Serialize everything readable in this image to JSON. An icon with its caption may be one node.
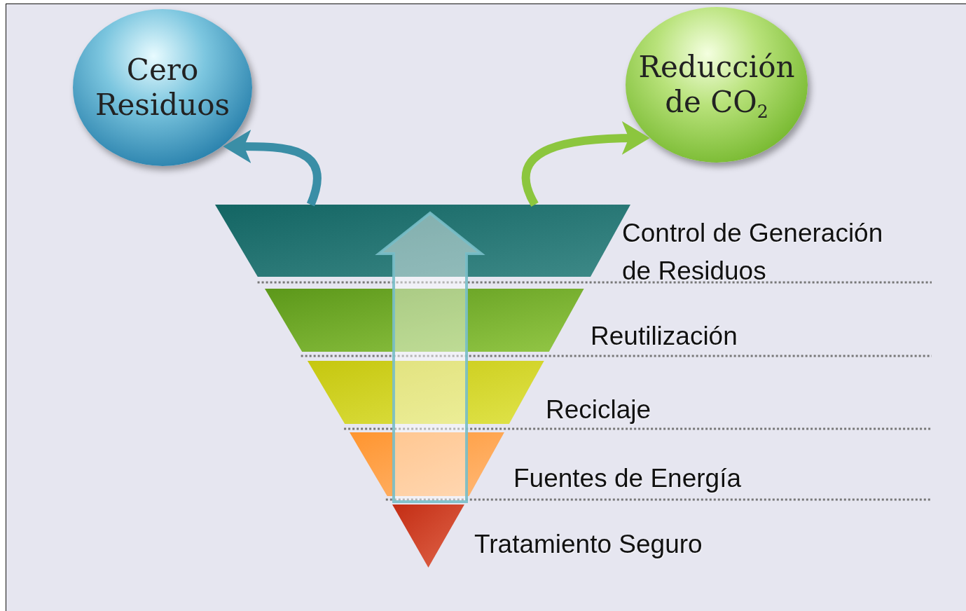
{
  "diagram": {
    "nodes": [
      {
        "text": [
          "Cero Residuos"
        ]
      },
      {
        "text": [
          "Reducción de CO$_{2}$"
        ]
      },
      {
        "text": [],
        "shape": "trapezoid",
        "beside": [
          "Control de Generación de Residuos"
        ]
      },
      {
        "text": [],
        "shape": "trapezoid",
        "beside": [
          "Reutilización"
        ]
      },
      {
        "text": [],
        "shape": "trapezoid",
        "beside": [
          "Reciclaje"
        ]
      },
      {
        "text": [],
        "shape": "trapezoid",
        "beside": [
          "Fuentes de Energía"
        ]
      },
      {
        "text": [],
        "shape": "triangle",
        "beside": [
          "Tratamiento Seguro"
        ]
      }
    ],
    "edges": [
      {
        "from": 2,
        "to": 0,
        "arrow": "to",
        "color": "#3a8ea6"
      },
      {
        "from": 2,
        "to": 1,
        "arrow": "to",
        "color": "#8cc63e"
      }
    ]
  }
}
